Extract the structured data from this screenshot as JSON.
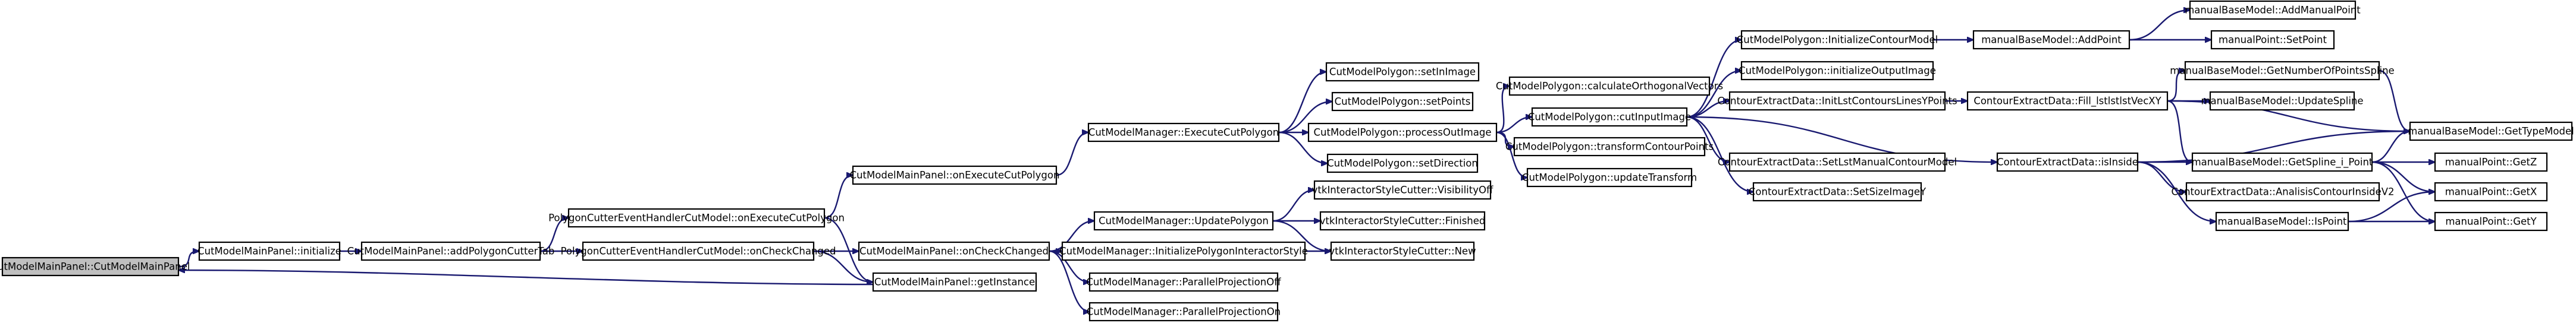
{
  "diagram": {
    "type": "call-graph",
    "colors": {
      "edge": "#191970",
      "node_border": "#000000",
      "node_fill": "#ffffff",
      "current_node_fill": "#bfbfbf",
      "text": "#000000"
    },
    "nodes": [
      {
        "id": "n_ctor",
        "label": "CutModelMainPanel::CutModelMainPanel",
        "current": true
      },
      {
        "id": "n_init",
        "label": "CutModelMainPanel::initialize"
      },
      {
        "id": "n_addtab",
        "label": "CutModelMainPanel::addPolygonCutterTab"
      },
      {
        "id": "n_onexecpolyhandler",
        "label": "PolygonCutterEventHandlerCutModel::onExecuteCutPolygon"
      },
      {
        "id": "n_oncheckhandler",
        "label": "PolygonCutterEventHandlerCutModel::onCheckChanged"
      },
      {
        "id": "n_onexecpanel",
        "label": "CutModelMainPanel::onExecuteCutPolygon"
      },
      {
        "id": "n_getinstance",
        "label": "CutModelMainPanel::getInstance"
      },
      {
        "id": "n_oncheckpanel",
        "label": "CutModelMainPanel::onCheckChanged"
      },
      {
        "id": "n_execcut",
        "label": "CutModelManager::ExecuteCutPolygon"
      },
      {
        "id": "n_updatepoly",
        "label": "CutModelManager::UpdatePolygon"
      },
      {
        "id": "n_initinteractor",
        "label": "CutModelManager::InitializePolygonInteractorStyle"
      },
      {
        "id": "n_parproj_off",
        "label": "CutModelManager::ParallelProjectionOff"
      },
      {
        "id": "n_parproj_on",
        "label": "CutModelManager::ParallelProjectionOn"
      },
      {
        "id": "n_setinimage",
        "label": "CutModelPolygon::setInImage"
      },
      {
        "id": "n_setpoints",
        "label": "CutModelPolygon::setPoints"
      },
      {
        "id": "n_processout",
        "label": "CutModelPolygon::processOutImage"
      },
      {
        "id": "n_setdirection",
        "label": "CutModelPolygon::setDirection"
      },
      {
        "id": "n_visibilityoff",
        "label": "vtkInteractorStyleCutter::VisibilityOff"
      },
      {
        "id": "n_finished",
        "label": "vtkInteractorStyleCutter::Finished"
      },
      {
        "id": "n_new",
        "label": "vtkInteractorStyleCutter::New"
      },
      {
        "id": "n_calcortho",
        "label": "CutModelPolygon::calculateOrthogonalVectors"
      },
      {
        "id": "n_cutinput",
        "label": "CutModelPolygon::cutInputImage"
      },
      {
        "id": "n_transform",
        "label": "CutModelPolygon::transformContourPoints"
      },
      {
        "id": "n_updatetransform",
        "label": "CutModelPolygon::updateTransform"
      },
      {
        "id": "n_initcontour",
        "label": "CutModelPolygon::InitializeContourModel"
      },
      {
        "id": "n_initoutput",
        "label": "CutModelPolygon::initializeOutputImage"
      },
      {
        "id": "n_initlst",
        "label": "ContourExtractData::InitLstContoursLinesYPoints"
      },
      {
        "id": "n_setlstmanual",
        "label": "ContourExtractData::SetLstManualContourModel"
      },
      {
        "id": "n_setsizeimage",
        "label": "ContourExtractData::SetSizeImageY"
      },
      {
        "id": "n_addpoint",
        "label": "manualBaseModel::AddPoint"
      },
      {
        "id": "n_fillst",
        "label": "ContourExtractData::Fill_lstlstlstVecXY"
      },
      {
        "id": "n_isinside",
        "label": "ContourExtractData::isInside"
      },
      {
        "id": "n_addmanualpoint",
        "label": "manualBaseModel::AddManualPoint"
      },
      {
        "id": "n_setpoint",
        "label": "manualPoint::SetPoint"
      },
      {
        "id": "n_getnumpoints",
        "label": "manualBaseModel::GetNumberOfPointsSpline"
      },
      {
        "id": "n_updatespline",
        "label": "manualBaseModel::UpdateSpline"
      },
      {
        "id": "n_getspline",
        "label": "manualBaseModel::GetSpline_i_Point"
      },
      {
        "id": "n_analisis",
        "label": "ContourExtractData::AnalisisContourInsideV2"
      },
      {
        "id": "n_ispoint",
        "label": "manualBaseModel::IsPoint"
      },
      {
        "id": "n_gettypemodel",
        "label": "manualBaseModel::GetTypeModel"
      },
      {
        "id": "n_getz",
        "label": "manualPoint::GetZ"
      },
      {
        "id": "n_getx",
        "label": "manualPoint::GetX"
      },
      {
        "id": "n_gety",
        "label": "manualPoint::GetY"
      }
    ],
    "edges": [
      [
        "n_ctor",
        "n_init"
      ],
      [
        "n_init",
        "n_addtab"
      ],
      [
        "n_addtab",
        "n_onexecpolyhandler"
      ],
      [
        "n_addtab",
        "n_oncheckhandler"
      ],
      [
        "n_onexecpolyhandler",
        "n_onexecpanel"
      ],
      [
        "n_onexecpolyhandler",
        "n_getinstance"
      ],
      [
        "n_oncheckhandler",
        "n_oncheckpanel"
      ],
      [
        "n_oncheckhandler",
        "n_getinstance"
      ],
      [
        "n_getinstance",
        "n_ctor"
      ],
      [
        "n_onexecpanel",
        "n_execcut"
      ],
      [
        "n_oncheckpanel",
        "n_updatepoly"
      ],
      [
        "n_oncheckpanel",
        "n_initinteractor"
      ],
      [
        "n_oncheckpanel",
        "n_parproj_off"
      ],
      [
        "n_oncheckpanel",
        "n_parproj_on"
      ],
      [
        "n_execcut",
        "n_setinimage"
      ],
      [
        "n_execcut",
        "n_setpoints"
      ],
      [
        "n_execcut",
        "n_processout"
      ],
      [
        "n_execcut",
        "n_setdirection"
      ],
      [
        "n_updatepoly",
        "n_visibilityoff"
      ],
      [
        "n_updatepoly",
        "n_finished"
      ],
      [
        "n_updatepoly",
        "n_new"
      ],
      [
        "n_initinteractor",
        "n_new"
      ],
      [
        "n_processout",
        "n_calcortho"
      ],
      [
        "n_processout",
        "n_cutinput"
      ],
      [
        "n_processout",
        "n_transform"
      ],
      [
        "n_processout",
        "n_updatetransform"
      ],
      [
        "n_cutinput",
        "n_initcontour"
      ],
      [
        "n_cutinput",
        "n_initoutput"
      ],
      [
        "n_cutinput",
        "n_initlst"
      ],
      [
        "n_cutinput",
        "n_setlstmanual"
      ],
      [
        "n_cutinput",
        "n_setsizeimage"
      ],
      [
        "n_cutinput",
        "n_isinside"
      ],
      [
        "n_initcontour",
        "n_addpoint"
      ],
      [
        "n_addpoint",
        "n_addmanualpoint"
      ],
      [
        "n_addpoint",
        "n_setpoint"
      ],
      [
        "n_initlst",
        "n_fillst"
      ],
      [
        "n_fillst",
        "n_getnumpoints"
      ],
      [
        "n_fillst",
        "n_updatespline"
      ],
      [
        "n_fillst",
        "n_getspline"
      ],
      [
        "n_fillst",
        "n_gettypemodel"
      ],
      [
        "n_isinside",
        "n_getspline"
      ],
      [
        "n_isinside",
        "n_analisis"
      ],
      [
        "n_isinside",
        "n_ispoint"
      ],
      [
        "n_isinside",
        "n_gettypemodel"
      ],
      [
        "n_getnumpoints",
        "n_gettypemodel"
      ],
      [
        "n_getspline",
        "n_gettypemodel"
      ],
      [
        "n_getspline",
        "n_getz"
      ],
      [
        "n_getspline",
        "n_getx"
      ],
      [
        "n_getspline",
        "n_gety"
      ],
      [
        "n_ispoint",
        "n_getx"
      ],
      [
        "n_ispoint",
        "n_gety"
      ]
    ]
  }
}
